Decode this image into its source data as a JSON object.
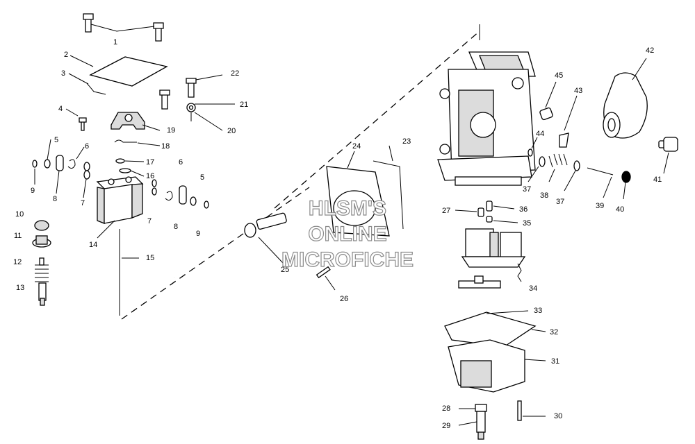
{
  "callouts": [
    "1",
    "2",
    "3",
    "4",
    "5",
    "6",
    "7",
    "8",
    "9",
    "10",
    "11",
    "12",
    "13",
    "14",
    "15",
    "16",
    "17",
    "18",
    "19",
    "20",
    "21",
    "22",
    "23",
    "24",
    "25",
    "26",
    "27",
    "28",
    "29",
    "30",
    "31",
    "32",
    "33",
    "34",
    "35",
    "36",
    "37",
    "38",
    "39",
    "40",
    "41",
    "42",
    "43",
    "44",
    "45"
  ],
  "callouts_dup": {
    "5b": "5",
    "6b": "6",
    "7b": "7",
    "8b": "8",
    "9b": "9",
    "37b": "37"
  },
  "watermark": {
    "line1": "HLSM'S",
    "line2": "ONLINE",
    "line3": "MICROFICHE"
  },
  "colors": {
    "line": "#000000",
    "watermark": "#8a8a8a",
    "shade": "#dcdcdc"
  }
}
